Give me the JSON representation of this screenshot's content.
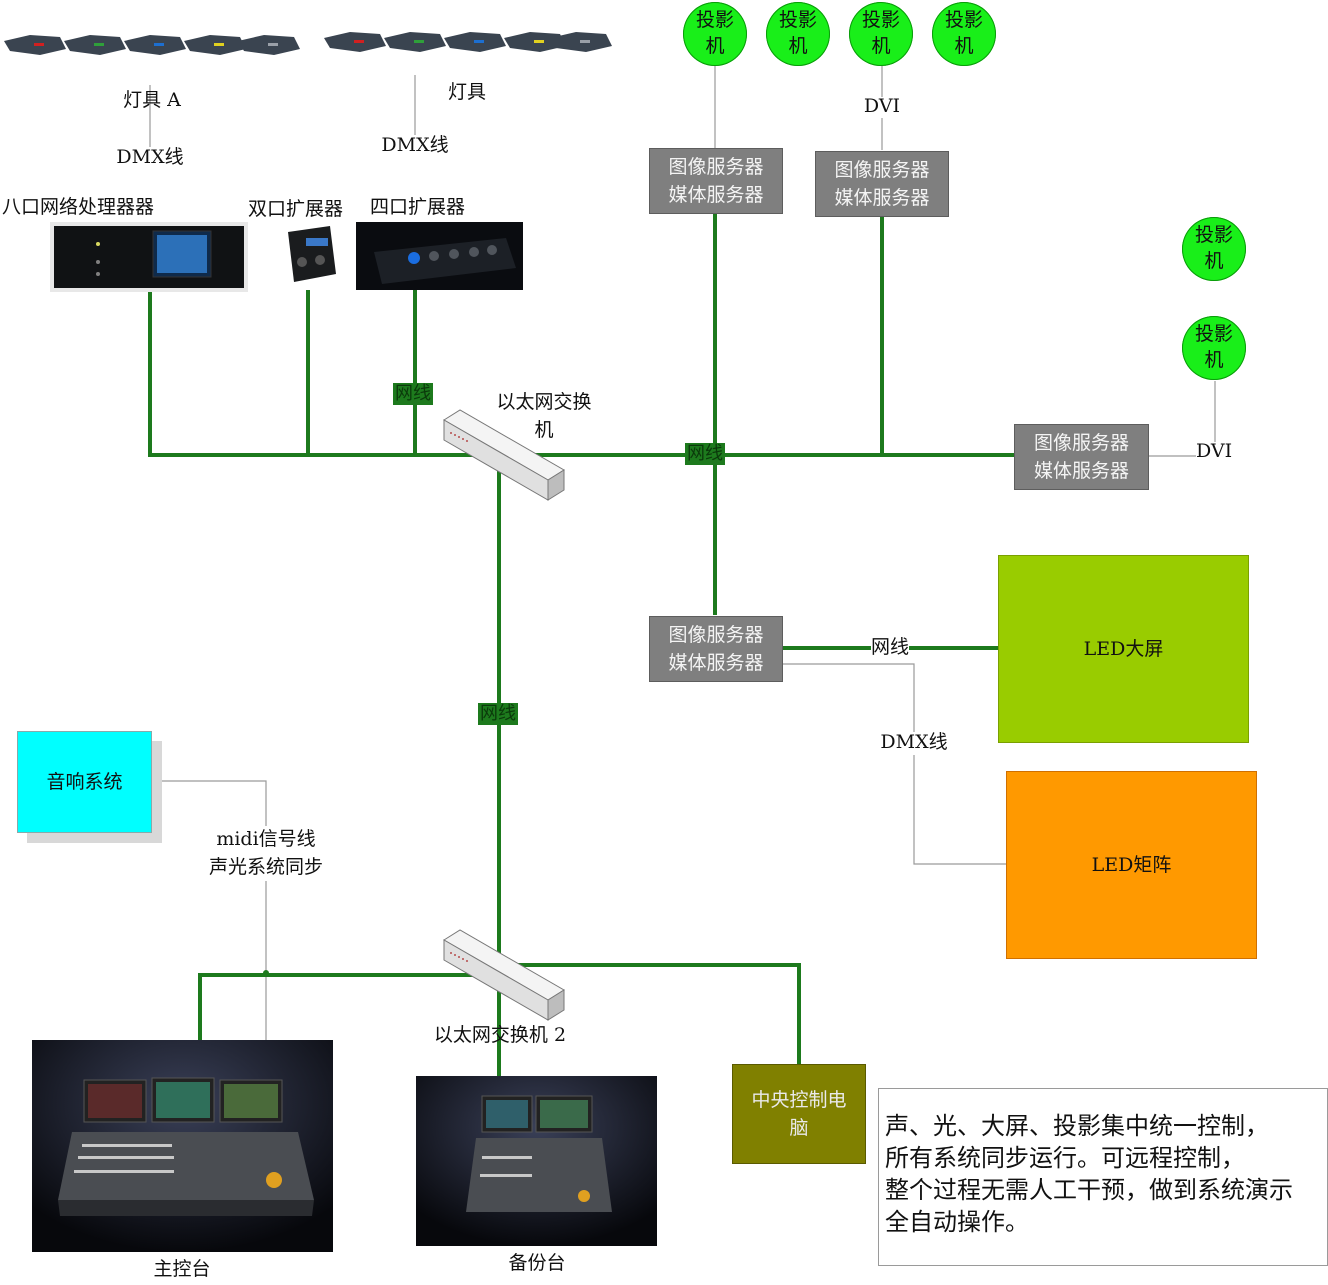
{
  "lights": {
    "group_a_label": "灯具 A",
    "group_b_label": "灯具",
    "dmx_a": "DMX线",
    "dmx_b": "DMX线"
  },
  "devices": {
    "processor": "八口网络处理器器",
    "two_port": "双口扩展器",
    "four_port": "四口扩展器"
  },
  "projectors": [
    {
      "line1": "投影",
      "line2": "机"
    },
    {
      "line1": "投影",
      "line2": "机"
    },
    {
      "line1": "投影",
      "line2": "机"
    },
    {
      "line1": "投影",
      "line2": "机"
    },
    {
      "line1": "投影",
      "line2": "机"
    },
    {
      "line1": "投影",
      "line2": "机"
    }
  ],
  "servers": [
    {
      "line1": "图像服务器",
      "line2": "媒体服务器"
    },
    {
      "line1": "图像服务器",
      "line2": "媒体服务器"
    },
    {
      "line1": "图像服务器",
      "line2": "媒体服务器"
    },
    {
      "line1": "图像服务器",
      "line2": "媒体服务器"
    }
  ],
  "dvi_top": "DVI",
  "dvi_right": "DVI",
  "switch1_label": "以太网交换机",
  "switch2_label": "以太网交换机 2",
  "net_labels": [
    "网线",
    "网线",
    "网线"
  ],
  "net_led": "网线",
  "dmx_led": "DMX线",
  "led_screen": {
    "label": "LED大屏",
    "color": "#99cc00"
  },
  "led_matrix": {
    "label": "LED矩阵",
    "color": "#ff9900"
  },
  "audio": {
    "label": "音响系统",
    "color": "#00ffff"
  },
  "midi": {
    "line1": "midi信号线",
    "line2": "声光系统同步"
  },
  "main_console": "主控台",
  "backup_console": "备份台",
  "central_pc": {
    "line1": "中央控制电",
    "line2": "脑",
    "color": "#808000"
  },
  "note": {
    "lines": [
      "声、光、大屏、投影集中统一控制，",
      "所有系统同步运行。可远程控制，",
      "整个过程无需人工干预，做到系统演示",
      "全自动操作。"
    ]
  },
  "colors": {
    "cable_green": "#1d7a1d",
    "projector": "#19ef19",
    "server": "#7f7f7f"
  }
}
